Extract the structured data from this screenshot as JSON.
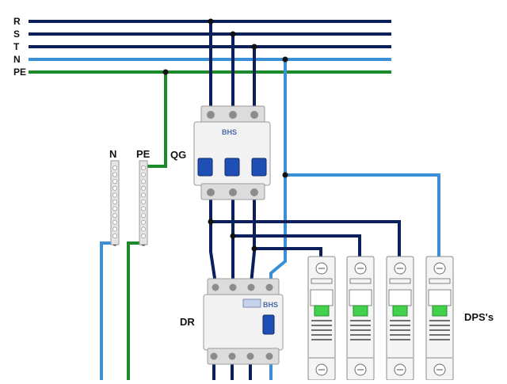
{
  "diagram": {
    "buses": [
      {
        "id": "R",
        "label": "R",
        "color": "#0b1f5c"
      },
      {
        "id": "S",
        "label": "S",
        "color": "#0b1f5c"
      },
      {
        "id": "T",
        "label": "T",
        "color": "#0b1f5c"
      },
      {
        "id": "N",
        "label": "N",
        "color": "#3a8fd6"
      },
      {
        "id": "PE",
        "label": "PE",
        "color": "#1c8a2a"
      }
    ],
    "terminal_labels": {
      "neutral": "N",
      "ground": "PE"
    },
    "breaker": {
      "label": "QG",
      "brand": "BHS"
    },
    "residual_device": {
      "label": "DR",
      "brand": "BHS"
    },
    "surge_protectors": {
      "label": "DPS's",
      "count": 4,
      "window_color": "#3fd24a"
    },
    "colors": {
      "phase": "#0b1f5c",
      "neutral": "#3a8fd6",
      "ground": "#1c8a2a",
      "device_body": "#f2f2f2",
      "lever": "#1f4fb4"
    }
  }
}
